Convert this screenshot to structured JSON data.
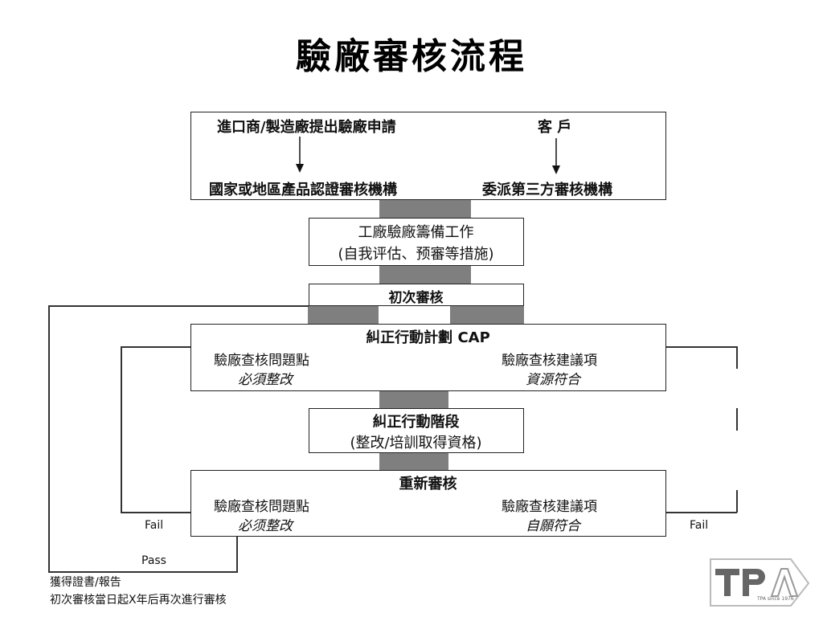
{
  "title": "驗廠審核流程",
  "box1": {
    "left_top": "進口商/製造廠提出驗廠申請",
    "left_bottom": "國家或地區產品認證審核機構",
    "right_top": "客  戶",
    "right_bottom": "委派第三方審核機構"
  },
  "box2": {
    "line1": "工廠驗廠籌備工作",
    "line2": "(自我评估、预審等措施)"
  },
  "box3": {
    "label": "初次審核"
  },
  "box4": {
    "title": "糾正行動計劃 CAP",
    "left1": "驗廠查核問題點",
    "left2": "必須整改",
    "right1": "驗廠查核建議項",
    "right2": "資源符合"
  },
  "box5": {
    "line1": "糾正行動階段",
    "line2": "(整改/培訓取得資格)"
  },
  "box6": {
    "title": "重新審核",
    "left1": "驗廠查核問題點",
    "left2": "必须整改",
    "right1": "驗廠查核建議項",
    "right2": "自願符合"
  },
  "fail_left": "Fail",
  "fail_right": "Fail",
  "pass": "Pass",
  "footer1": "獲得證書/報告",
  "footer2": "初次審核當日起X年后再次進行審核",
  "logo": {
    "text": "TPA",
    "tagline": "TPA since 1976"
  }
}
